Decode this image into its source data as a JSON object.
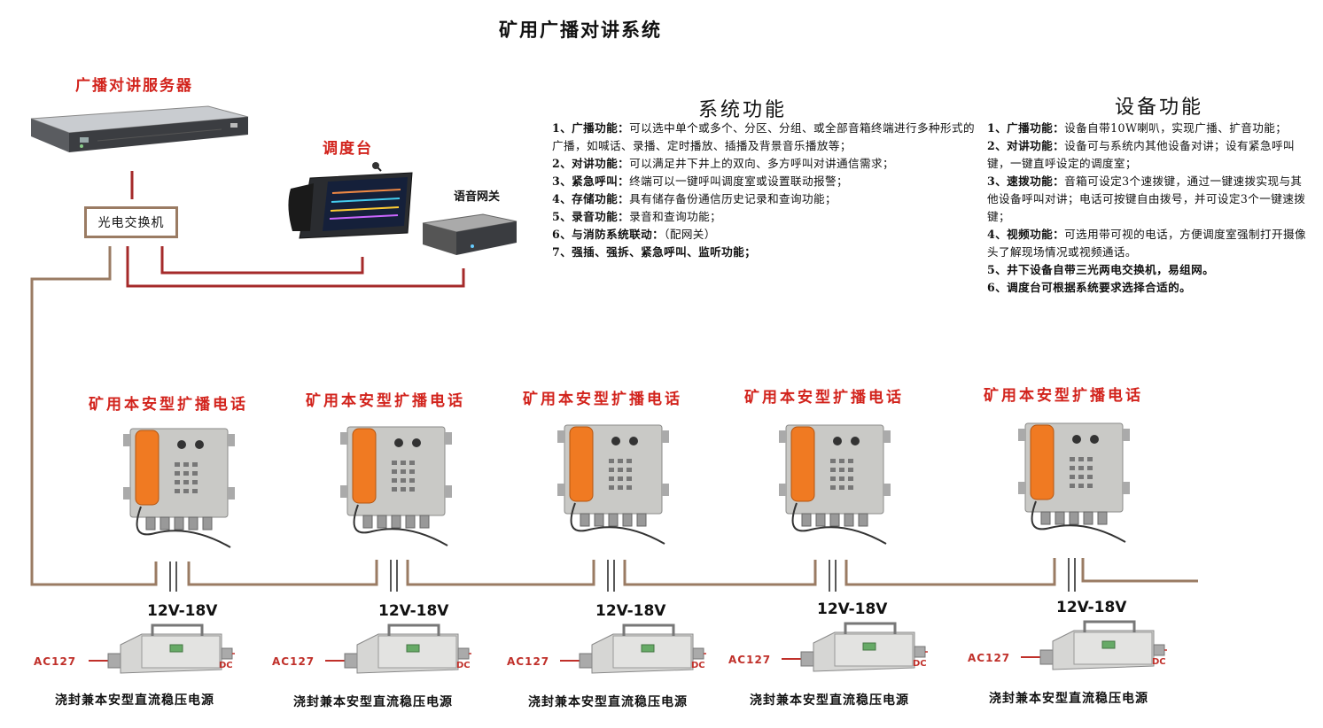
{
  "title": "矿用广播对讲系统",
  "server_label": "广播对讲服务器",
  "console_label": "调度台",
  "gateway_label": "语音网关",
  "switch_label": "光电交换机",
  "system_functions": {
    "heading": "系统功能",
    "items": [
      {
        "num": "1、",
        "key": "广播功能：",
        "text": "可以选中单个或多个、分区、分组、或全部音箱终端进行多种形式的广播，如喊话、录播、定时播放、插播及背景音乐播放等；"
      },
      {
        "num": "2、",
        "key": "对讲功能：",
        "text": "可以满足井下井上的双向、多方呼叫对讲通信需求；"
      },
      {
        "num": "3、",
        "key": "紧急呼叫：",
        "text": "终端可以一键呼叫调度室或设置联动报警；"
      },
      {
        "num": "4、",
        "key": "存储功能：",
        "text": "具有储存备份通信历史记录和查询功能；"
      },
      {
        "num": "5、",
        "key": "录音功能：",
        "text": "录音和查询功能；"
      },
      {
        "num": "6、",
        "key": "与消防系统联动：",
        "text": "（配网关）"
      },
      {
        "num": "7、",
        "key": "强插、强拆、紧急呼叫、监听功能；",
        "text": ""
      }
    ]
  },
  "device_functions": {
    "heading": "设备功能",
    "items": [
      {
        "num": "1、",
        "key": "广播功能：",
        "text": "设备自带10W喇叭，实现广播、扩音功能；"
      },
      {
        "num": "2、",
        "key": "对讲功能：",
        "text": "设备可与系统内其他设备对讲；设有紧急呼叫键，一键直呼设定的调度室；"
      },
      {
        "num": "3、",
        "key": "速拨功能：",
        "text": "音箱可设定3个速拨键，通过一键速拨实现与其他设备呼叫对讲；电话可按键自由拨号，并可设定3个一键速拨键；"
      },
      {
        "num": "4、",
        "key": "视频功能：",
        "text": "可选用带可视的电话，方便调度室强制打开摄像头了解现场情况或视频通话。"
      },
      {
        "num": "5、",
        "key": "井下设备自带三光两电交换机，易组网。",
        "text": ""
      },
      {
        "num": "6、",
        "key": "调度台可根据系统要求选择合适的。",
        "text": ""
      }
    ]
  },
  "phone_label": "矿用本安型扩播电话",
  "voltage_label": "12V-18V",
  "ac_label": "AC127",
  "dc_label": "DC",
  "psu_label": "浇封兼本安型直流稳压电源",
  "colors": {
    "accent_red": "#d2231c",
    "switch_line": "#9a7b63",
    "network_line": "#a52a2a",
    "phone_orange": "#f07a22"
  },
  "icons": [
    "server-icon",
    "dispatch-console-icon",
    "gateway-icon",
    "explosion-proof-phone-icon",
    "power-supply-icon"
  ]
}
